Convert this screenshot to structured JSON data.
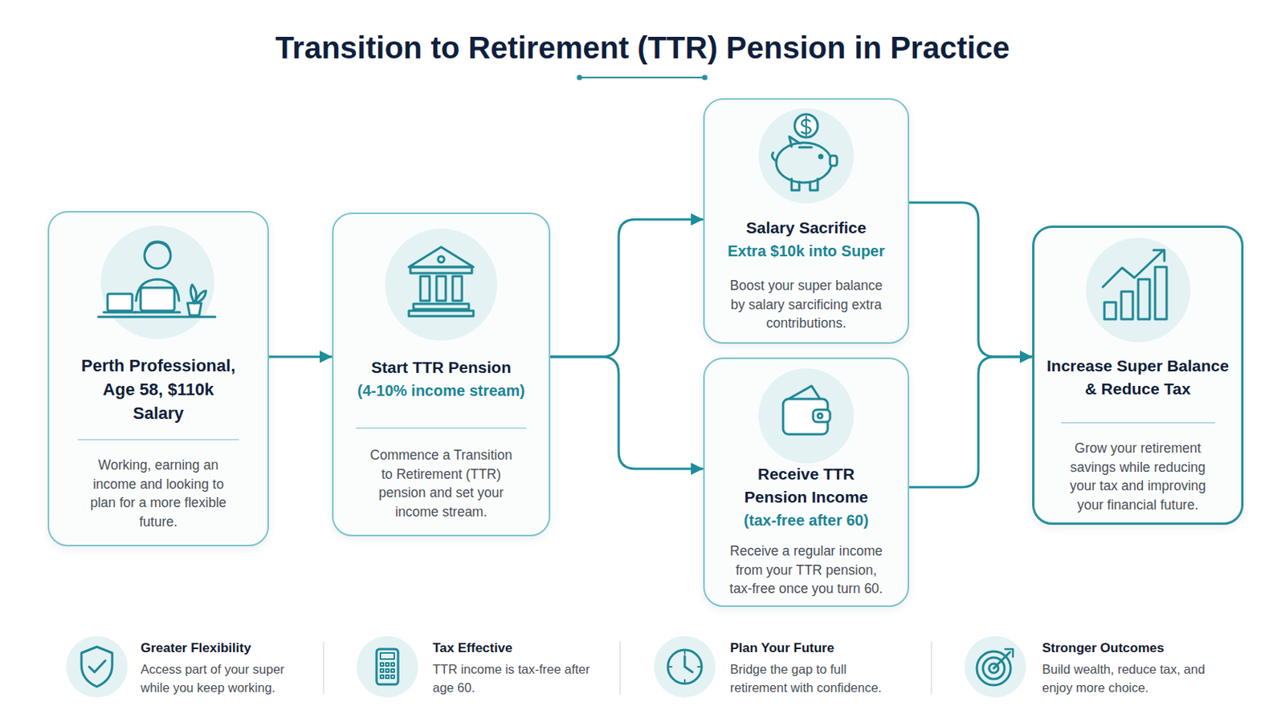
{
  "diagram": {
    "title": "Transition to Retirement (TTR) Pension in Practice",
    "nodes": [
      {
        "text": [
          "Perth Professional, Age 58, $110k Salary",
          "Working, earning an income and looking to plan for a more flexible future."
        ]
      },
      {
        "text": [
          "Start TTR Pension",
          "(4-10% income stream)",
          "Commence a Transition to Retirement (TTR) pension and set your income stream."
        ]
      },
      {
        "text": [
          "Salary Sacrifice",
          "Extra $10k into Super",
          "Boost your super balance by salary sarcificing extra contributions."
        ]
      },
      {
        "text": [
          "Receive TTR Pension Income",
          "(tax-free after 60)",
          "Receive a regular income from your TTR pension, tax-free once you turn 60."
        ]
      },
      {
        "text": [
          "Increase Super Balance & Reduce Tax",
          "Grow your retirement savings while reducing your tax and improving your financial future."
        ]
      }
    ],
    "edges": [
      {
        "from": 0,
        "to": 1,
        "arrow": "to"
      },
      {
        "from": 1,
        "to": 2,
        "arrow": "to"
      },
      {
        "from": 1,
        "to": 3,
        "arrow": "to"
      },
      {
        "from": 2,
        "to": 4,
        "arrow": "to"
      },
      {
        "from": 3,
        "to": 4,
        "arrow": "to"
      }
    ],
    "labels": [
      "Greater Flexibility",
      "Access part of your super while you keep working.",
      "Tax Effective",
      "TTR income is tax-free after age 60.",
      "Plan Your Future",
      "Bridge the gap to full retirement with confidence.",
      "Stronger Outcomes",
      "Build wealth, reduce tax, and enjoy more choice."
    ]
  }
}
